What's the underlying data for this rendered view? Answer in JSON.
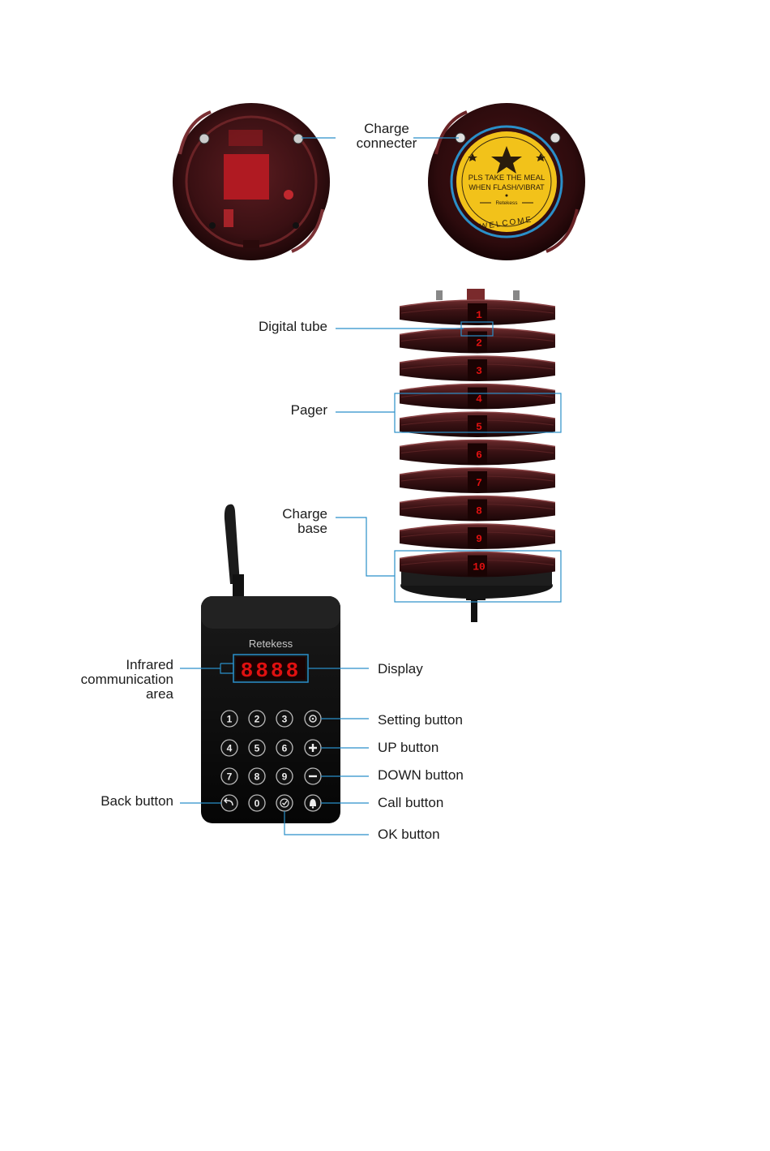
{
  "labels": {
    "charge_connecter": "Charge\nconnecter",
    "digital_tube": "Digital tube",
    "pager": "Pager",
    "charge_base": "Charge\nbase",
    "infrared_area": "Infrared\ncommunication\narea",
    "display": "Display",
    "setting_button": "Setting button",
    "up_button": "UP button",
    "down_button": "DOWN button",
    "call_button": "Call button",
    "ok_button": "OK button",
    "back_button": "Back button"
  },
  "pager_face": {
    "line1": "PLS TAKE THE MEAL",
    "line2": "WHEN FLASH/VIBRAT",
    "brand": "Retekess",
    "welcome": "WELCOME"
  },
  "stack_numbers": [
    "1",
    "2",
    "3",
    "4",
    "5",
    "6",
    "7",
    "8",
    "9",
    "10"
  ],
  "transmitter": {
    "brand": "Retekess",
    "display_value": "8888",
    "keys": [
      "1",
      "2",
      "3",
      "4",
      "5",
      "6",
      "7",
      "8",
      "9",
      "0"
    ]
  },
  "colors": {
    "callout_line": "#2a8fc9",
    "pager_body": "#4a1518",
    "face_yellow": "#f2c21a",
    "led_red": "#e01010"
  }
}
